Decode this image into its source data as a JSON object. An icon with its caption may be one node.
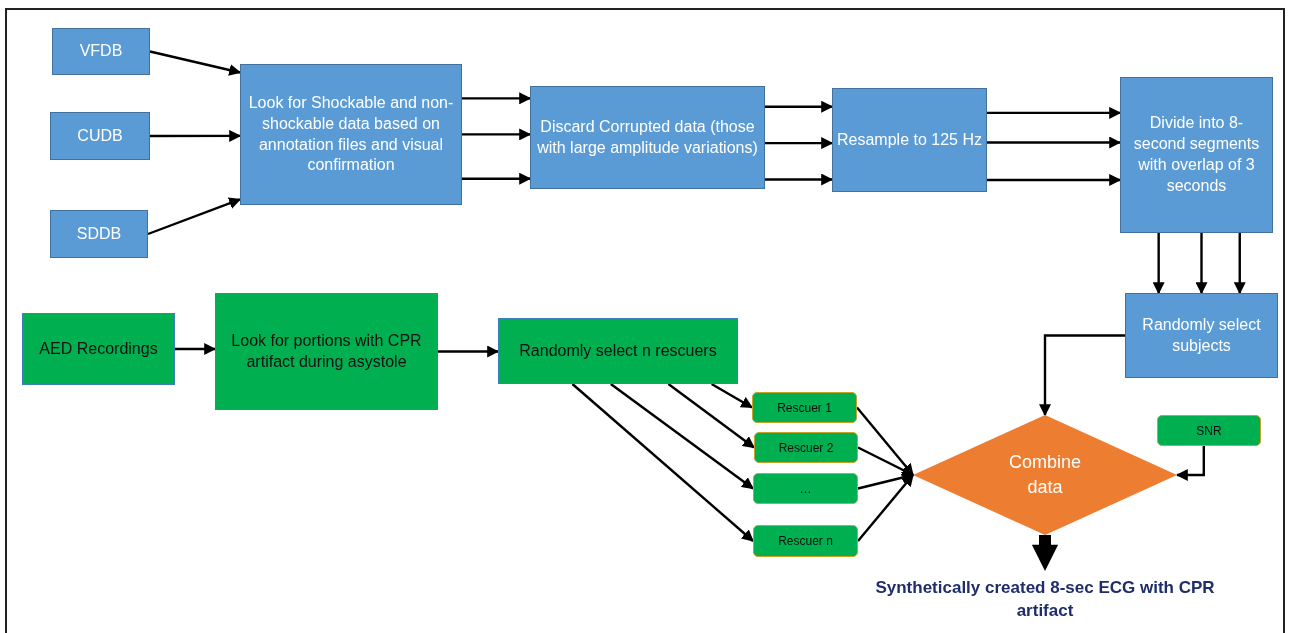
{
  "diagram": {
    "nodes": [
      {
        "text": [
          "VFDB"
        ]
      },
      {
        "text": [
          "CUDB"
        ]
      },
      {
        "text": [
          "SDDB"
        ]
      },
      {
        "text": [
          "Look for Shockable and non-shockable data based on annotation files and visual confirmation"
        ]
      },
      {
        "text": [
          "Discard Corrupted data (those with large amplitude variations)"
        ]
      },
      {
        "text": [
          "Resample to 125 Hz"
        ]
      },
      {
        "text": [
          "Divide into 8-second segments with overlap of 3 seconds"
        ]
      },
      {
        "text": [
          "Randomly select subjects"
        ]
      },
      {
        "text": [
          "AED Recordings"
        ]
      },
      {
        "text": [
          "Look for portions with CPR artifact during asystole"
        ]
      },
      {
        "text": [
          "Randomly select n rescuers"
        ]
      },
      {
        "text": [
          "Rescuer 1"
        ]
      },
      {
        "text": [
          "Rescuer 2"
        ]
      },
      {
        "text": [
          "…"
        ]
      },
      {
        "text": [
          "Rescuer n"
        ]
      },
      {
        "text": [
          "Combine data"
        ]
      },
      {
        "text": [
          "SNR"
        ]
      },
      {
        "text": [
          "Synthetically created 8-sec ECG with CPR artifact"
        ]
      }
    ],
    "edges": [
      {
        "from": 0,
        "to": 3,
        "arrow": "to"
      },
      {
        "from": 1,
        "to": 3,
        "arrow": "to"
      },
      {
        "from": 2,
        "to": 3,
        "arrow": "to"
      },
      {
        "from": 3,
        "to": 4,
        "arrow": "to"
      },
      {
        "from": 3,
        "to": 4,
        "arrow": "to"
      },
      {
        "from": 3,
        "to": 4,
        "arrow": "to"
      },
      {
        "from": 4,
        "to": 5,
        "arrow": "to"
      },
      {
        "from": 4,
        "to": 5,
        "arrow": "to"
      },
      {
        "from": 4,
        "to": 5,
        "arrow": "to"
      },
      {
        "from": 5,
        "to": 6,
        "arrow": "to"
      },
      {
        "from": 5,
        "to": 6,
        "arrow": "to"
      },
      {
        "from": 5,
        "to": 6,
        "arrow": "to"
      },
      {
        "from": 6,
        "to": 7,
        "arrow": "to"
      },
      {
        "from": 6,
        "to": 7,
        "arrow": "to"
      },
      {
        "from": 6,
        "to": 7,
        "arrow": "to"
      },
      {
        "from": 7,
        "to": 15,
        "arrow": "to"
      },
      {
        "from": 8,
        "to": 9,
        "arrow": "to"
      },
      {
        "from": 9,
        "to": 10,
        "arrow": "to"
      },
      {
        "from": 10,
        "to": 11,
        "arrow": "to"
      },
      {
        "from": 10,
        "to": 12,
        "arrow": "to"
      },
      {
        "from": 10,
        "to": 13,
        "arrow": "to"
      },
      {
        "from": 10,
        "to": 14,
        "arrow": "to"
      },
      {
        "from": 11,
        "to": 15,
        "arrow": "to"
      },
      {
        "from": 12,
        "to": 15,
        "arrow": "to"
      },
      {
        "from": 13,
        "to": 15,
        "arrow": "to"
      },
      {
        "from": 14,
        "to": 15,
        "arrow": "to"
      },
      {
        "from": 16,
        "to": 15,
        "arrow": "to"
      },
      {
        "from": 15,
        "to": 17,
        "arrow": "to",
        "style": "thick"
      }
    ]
  }
}
